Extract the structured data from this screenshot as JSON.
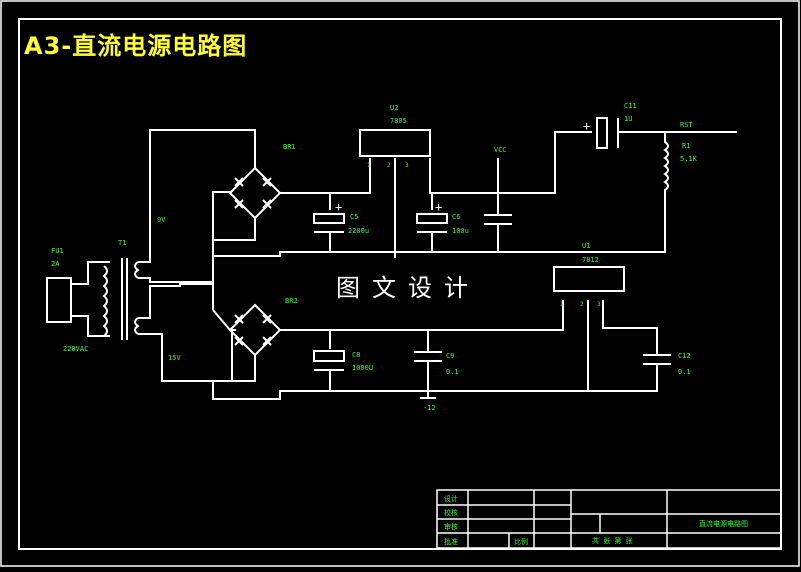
{
  "title": "A3-直流电源电路图",
  "watermark": "图文设计",
  "colors": {
    "wire": "#ffffff",
    "label": "#33ff33",
    "title": "#ffff33",
    "background": "#000000"
  },
  "labels": {
    "fuse": "FU1",
    "fuse_value": "2A",
    "ac_input": "220VAC",
    "transformer": "T1",
    "winding_top": "9V",
    "winding_bottom": "15V",
    "bridge_top": "BR1",
    "bridge_bottom": "BR2",
    "regulator_top": "U2",
    "regulator_top_part": "7805",
    "regulator_bottom": "U1",
    "regulator_bottom_part": "7812",
    "vcc": "VCC",
    "cap_out_top": "C11",
    "cap_out_top_value": "1U",
    "rst": "RST",
    "resistor": "R1",
    "resistor_value": "5.1K",
    "cap_top_left": "C5",
    "cap_top_left_value": "2200u",
    "cap_top_right": "C6",
    "cap_top_right_value": "100u",
    "cap_bot_left": "C8",
    "cap_bot_left_value": "1000U",
    "cap_bot_mid": "C9",
    "cap_bot_mid_value": "0.1",
    "cap_bot_right": "C12",
    "cap_bot_right_value": "0.1",
    "neg_rail": "-12",
    "pin1": "1",
    "pin2": "2",
    "pin3": "3",
    "plus": "+"
  },
  "title_block": {
    "row_design": "设计",
    "row_check": "校核",
    "row_review": "审核",
    "row_approve": "批准",
    "scale": "比例",
    "drawing_name": "直流电源电路图",
    "sheets": "共 张 第 张"
  }
}
